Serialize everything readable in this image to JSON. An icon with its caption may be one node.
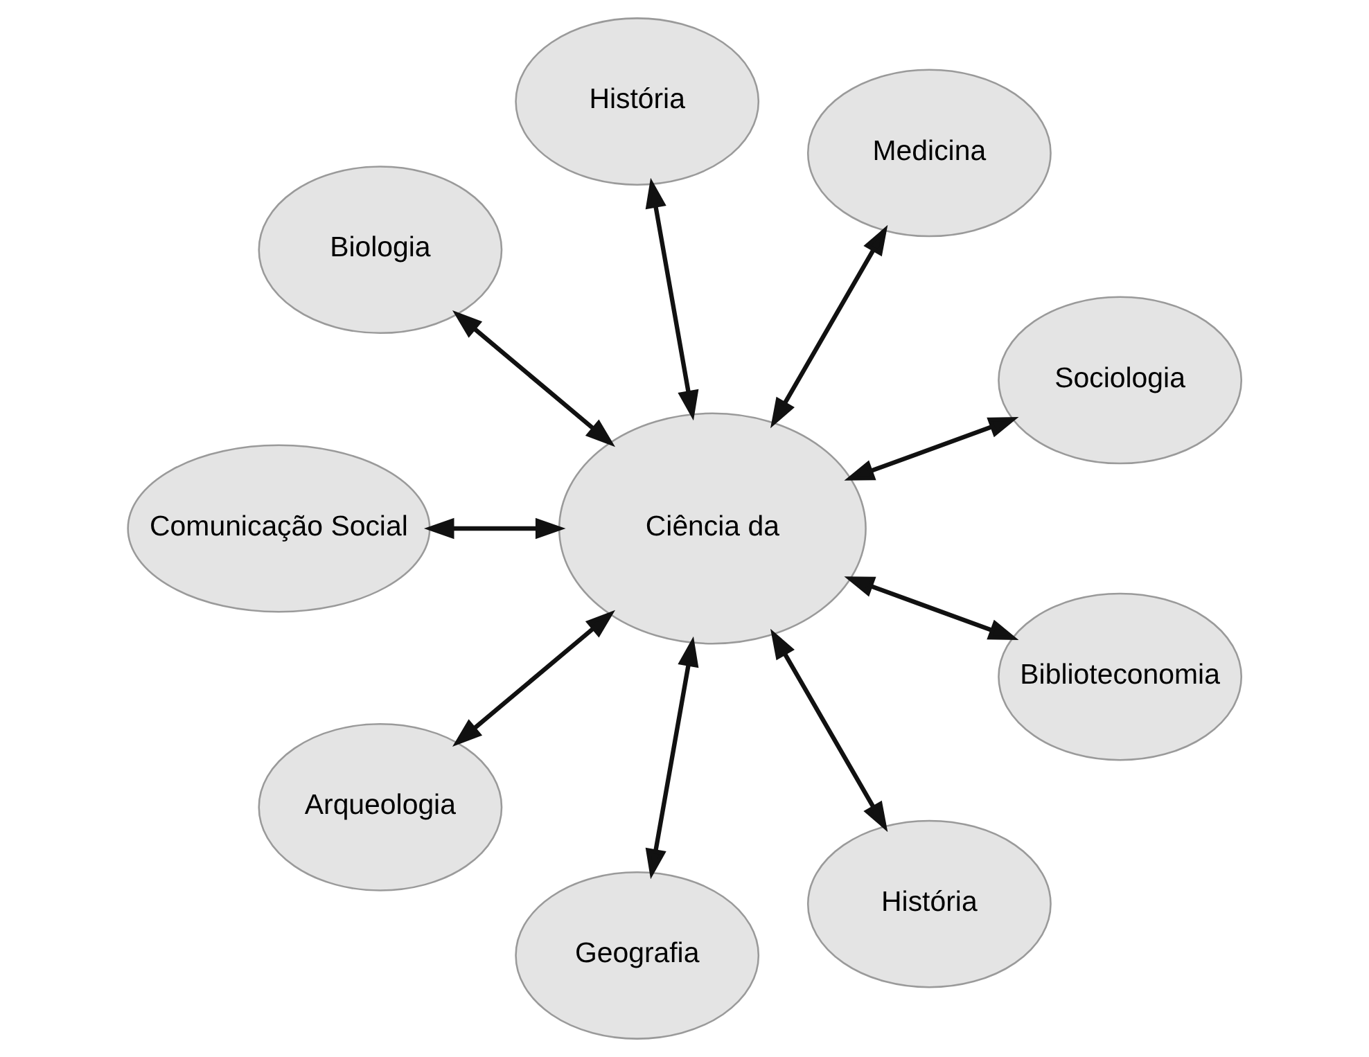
{
  "diagram": {
    "nodes": [
      {
        "text": [
          "Ciência da"
        ]
      },
      {
        "text": [
          "Sociologia"
        ]
      },
      {
        "text": [
          "Medicina"
        ]
      },
      {
        "text": [
          "História"
        ]
      },
      {
        "text": [
          "Biologia"
        ]
      },
      {
        "text": [
          "Comunicação Social"
        ]
      },
      {
        "text": [
          "Arqueologia"
        ]
      },
      {
        "text": [
          "Geografia"
        ]
      },
      {
        "text": [
          "História"
        ]
      },
      {
        "text": [
          "Biblioteconomia"
        ]
      }
    ],
    "edges": [
      {
        "from": 0,
        "to": 1,
        "arrow": "both"
      },
      {
        "from": 0,
        "to": 2,
        "arrow": "both"
      },
      {
        "from": 0,
        "to": 4,
        "arrow": "both"
      },
      {
        "from": 0,
        "to": 6,
        "arrow": "both"
      },
      {
        "from": 0,
        "to": 9,
        "arrow": "both"
      },
      {
        "from": 0,
        "to": 8,
        "arrow": "both"
      },
      {
        "from": 0,
        "to": 7,
        "arrow": "both"
      },
      {
        "from": 0,
        "to": 5,
        "arrow": "both"
      },
      {
        "from": 0,
        "to": 3,
        "arrow": "both"
      }
    ]
  }
}
